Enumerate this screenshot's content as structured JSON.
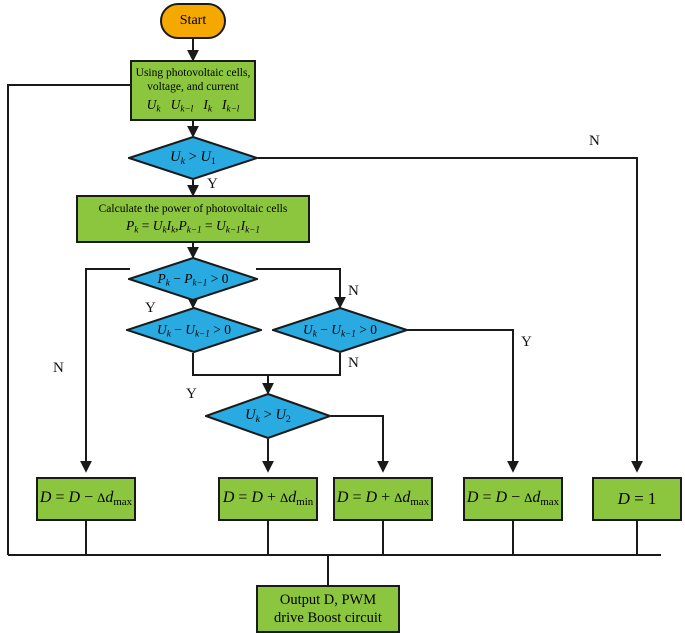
{
  "diagram": {
    "title": "MPPT control flowchart for photovoltaic boost circuit",
    "colors": {
      "process_fill": "#8CC63E",
      "decision_fill": "#29ABE2",
      "terminator_fill": "#F5A800",
      "stroke": "#1a1a1a",
      "background": "#ffffff"
    },
    "nodes": {
      "start": {
        "type": "terminator",
        "label": "Start"
      },
      "sample": {
        "type": "process",
        "line1": "Using photovoltaic cells,",
        "line2": "voltage, and current",
        "vars": [
          "U",
          "k",
          "U",
          "k−l",
          "I",
          "k",
          "I",
          "k−l"
        ]
      },
      "cmp_u1": {
        "type": "decision",
        "left": "U",
        "left_sub": "k",
        "op": " > ",
        "right": "U",
        "right_sub": "1"
      },
      "calc_power": {
        "type": "process",
        "line1": "Calculate the power of photovoltaic cells",
        "line2_parts": [
          "P",
          "k",
          " = ",
          "U",
          "k",
          "I",
          "k",
          ", ",
          "P",
          "k−1",
          " = ",
          "U",
          "k−1",
          "I",
          "k−1"
        ]
      },
      "cmp_power": {
        "type": "decision",
        "text_parts": [
          "P",
          "k",
          " − ",
          "P",
          "k−1",
          " > 0"
        ]
      },
      "cmp_volt_left": {
        "type": "decision",
        "text_parts": [
          "U",
          "k",
          " − ",
          "U",
          "k−1",
          " > 0"
        ]
      },
      "cmp_volt_right": {
        "type": "decision",
        "text_parts": [
          "U",
          "k",
          " − ",
          "U",
          "k−1",
          " > 0"
        ]
      },
      "cmp_u2": {
        "type": "decision",
        "left": "U",
        "left_sub": "k",
        "op": " > ",
        "right": "U",
        "right_sub": "2"
      },
      "d_minus_max_left": {
        "type": "process",
        "parts": [
          "D",
          " = ",
          "D",
          " − ",
          "Δ",
          "d",
          "max"
        ]
      },
      "d_plus_min": {
        "type": "process",
        "parts": [
          "D",
          " = ",
          "D",
          " + ",
          "Δ",
          "d",
          "min"
        ]
      },
      "d_plus_max": {
        "type": "process",
        "parts": [
          "D",
          " = ",
          "D",
          " + ",
          "Δ",
          "d",
          "max"
        ]
      },
      "d_minus_max_right": {
        "type": "process",
        "parts": [
          "D",
          " = ",
          "D",
          " − ",
          "Δ",
          "d",
          "max"
        ]
      },
      "d_one": {
        "type": "process",
        "parts": [
          "D",
          " = 1"
        ]
      },
      "output": {
        "type": "process",
        "line1": "Output D, PWM",
        "line2": "drive Boost circuit"
      }
    },
    "edge_labels": [
      {
        "id": "cmp-u1-no",
        "text": "N"
      },
      {
        "id": "cmp-u1-yes",
        "text": "Y"
      },
      {
        "id": "cmp-power-no",
        "text": "N"
      },
      {
        "id": "cmp-power-yes-left",
        "text": "N"
      },
      {
        "id": "cmp-power-yes",
        "text": "Y"
      },
      {
        "id": "volt-left-yes",
        "text": "Y"
      },
      {
        "id": "volt-right-no",
        "text": "N"
      },
      {
        "id": "volt-right-yes",
        "text": "Y"
      }
    ]
  }
}
